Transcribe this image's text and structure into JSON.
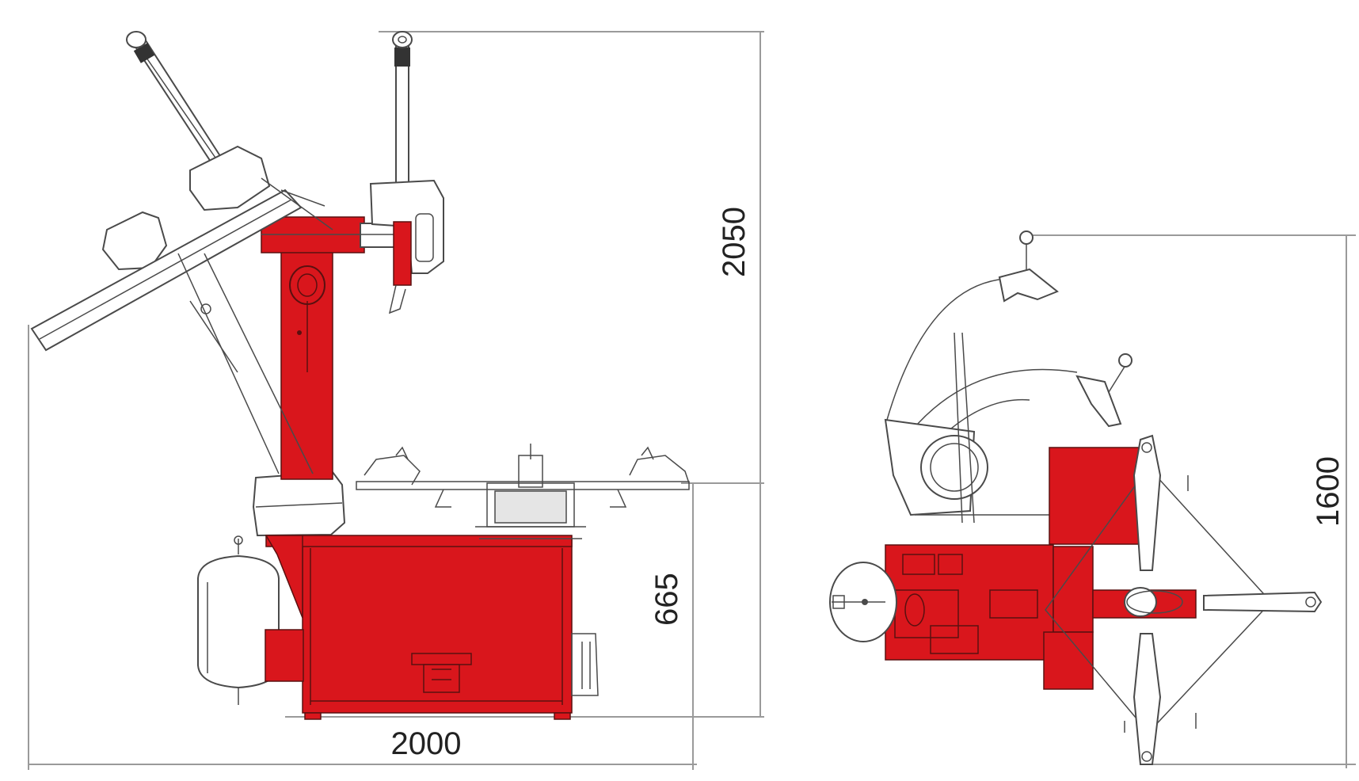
{
  "colors": {
    "body_red": "#d9161c",
    "outline": "#4a4a4a",
    "dimension_line": "#9a9a9a",
    "text": "#222222",
    "background": "#ffffff"
  },
  "side_view": {
    "height_label": "2050",
    "width_label": "2000",
    "table_height_label": "665"
  },
  "top_view": {
    "depth_label": "1600"
  }
}
